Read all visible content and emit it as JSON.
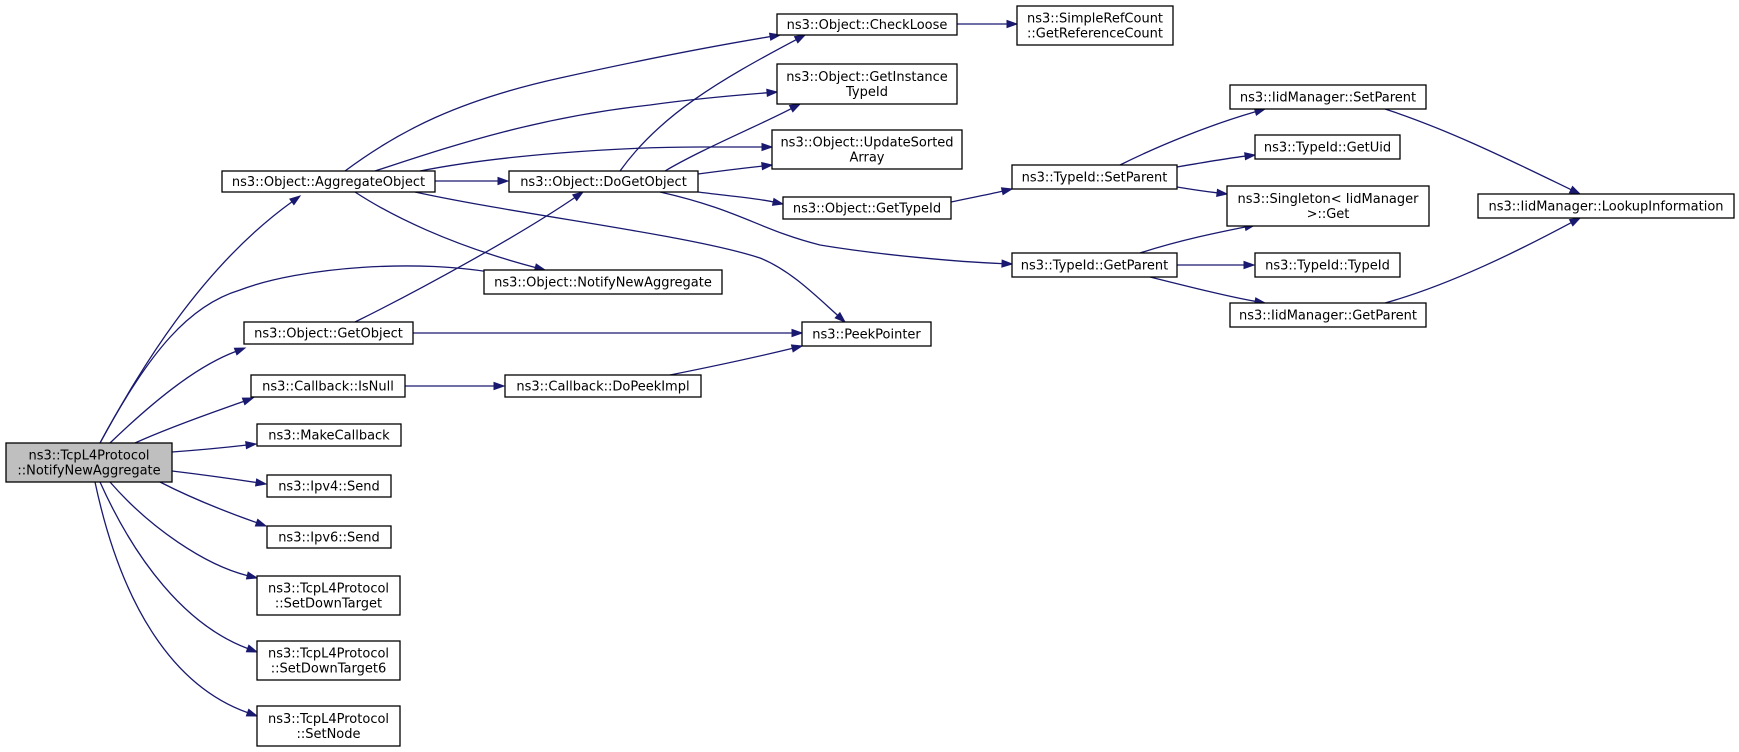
{
  "diagram": {
    "type": "call-graph",
    "colors": {
      "edge": "#191970",
      "node_border": "#000000",
      "node_fill": "#ffffff",
      "root_fill": "#bfbfbf",
      "text": "#000000"
    },
    "nodes": [
      {
        "id": "root",
        "lines": [
          "ns3::TcpL4Protocol",
          "::NotifyNewAggregate"
        ],
        "root": true
      },
      {
        "id": "aggregate_object",
        "lines": [
          "ns3::Object::AggregateObject"
        ]
      },
      {
        "id": "get_object",
        "lines": [
          "ns3::Object::GetObject"
        ]
      },
      {
        "id": "callback_is_null",
        "lines": [
          "ns3::Callback::IsNull"
        ]
      },
      {
        "id": "make_callback",
        "lines": [
          "ns3::MakeCallback"
        ]
      },
      {
        "id": "ipv4_send",
        "lines": [
          "ns3::Ipv4::Send"
        ]
      },
      {
        "id": "ipv6_send",
        "lines": [
          "ns3::Ipv6::Send"
        ]
      },
      {
        "id": "set_down_target",
        "lines": [
          "ns3::TcpL4Protocol",
          "::SetDownTarget"
        ]
      },
      {
        "id": "set_down_target6",
        "lines": [
          "ns3::TcpL4Protocol",
          "::SetDownTarget6"
        ]
      },
      {
        "id": "set_node",
        "lines": [
          "ns3::TcpL4Protocol",
          "::SetNode"
        ]
      },
      {
        "id": "do_get_object",
        "lines": [
          "ns3::Object::DoGetObject"
        ]
      },
      {
        "id": "object_notify_new_aggregate",
        "lines": [
          "ns3::Object::NotifyNewAggregate"
        ]
      },
      {
        "id": "callback_do_peek_impl",
        "lines": [
          "ns3::Callback::DoPeekImpl"
        ]
      },
      {
        "id": "check_loose",
        "lines": [
          "ns3::Object::CheckLoose"
        ]
      },
      {
        "id": "get_instance_type_id",
        "lines": [
          "ns3::Object::GetInstance",
          "TypeId"
        ]
      },
      {
        "id": "update_sorted_array",
        "lines": [
          "ns3::Object::UpdateSorted",
          "Array"
        ]
      },
      {
        "id": "object_get_type_id",
        "lines": [
          "ns3::Object::GetTypeId"
        ]
      },
      {
        "id": "peek_pointer",
        "lines": [
          "ns3::PeekPointer"
        ]
      },
      {
        "id": "get_reference_count",
        "lines": [
          "ns3::SimpleRefCount",
          "::GetReferenceCount"
        ]
      },
      {
        "id": "typeid_set_parent",
        "lines": [
          "ns3::TypeId::SetParent"
        ]
      },
      {
        "id": "typeid_get_parent",
        "lines": [
          "ns3::TypeId::GetParent"
        ]
      },
      {
        "id": "iid_set_parent",
        "lines": [
          "ns3::IidManager::SetParent"
        ]
      },
      {
        "id": "typeid_get_uid",
        "lines": [
          "ns3::TypeId::GetUid"
        ]
      },
      {
        "id": "singleton_get",
        "lines": [
          "ns3::Singleton< IidManager",
          " >::Get"
        ]
      },
      {
        "id": "typeid_typeid",
        "lines": [
          "ns3::TypeId::TypeId"
        ]
      },
      {
        "id": "iid_get_parent",
        "lines": [
          "ns3::IidManager::GetParent"
        ]
      },
      {
        "id": "lookup_information",
        "lines": [
          "ns3::IidManager::LookupInformation"
        ]
      }
    ],
    "edges": [
      {
        "from": "root",
        "to": "aggregate_object"
      },
      {
        "from": "root",
        "to": "object_notify_new_aggregate"
      },
      {
        "from": "root",
        "to": "get_object"
      },
      {
        "from": "root",
        "to": "callback_is_null"
      },
      {
        "from": "root",
        "to": "make_callback"
      },
      {
        "from": "root",
        "to": "ipv4_send"
      },
      {
        "from": "root",
        "to": "ipv6_send"
      },
      {
        "from": "root",
        "to": "set_down_target"
      },
      {
        "from": "root",
        "to": "set_down_target6"
      },
      {
        "from": "root",
        "to": "set_node"
      },
      {
        "from": "aggregate_object",
        "to": "check_loose"
      },
      {
        "from": "aggregate_object",
        "to": "get_instance_type_id"
      },
      {
        "from": "aggregate_object",
        "to": "update_sorted_array"
      },
      {
        "from": "aggregate_object",
        "to": "do_get_object"
      },
      {
        "from": "aggregate_object",
        "to": "object_notify_new_aggregate"
      },
      {
        "from": "aggregate_object",
        "to": "peek_pointer"
      },
      {
        "from": "get_object",
        "to": "do_get_object"
      },
      {
        "from": "get_object",
        "to": "peek_pointer"
      },
      {
        "from": "callback_is_null",
        "to": "callback_do_peek_impl"
      },
      {
        "from": "callback_do_peek_impl",
        "to": "peek_pointer"
      },
      {
        "from": "do_get_object",
        "to": "check_loose"
      },
      {
        "from": "do_get_object",
        "to": "get_instance_type_id"
      },
      {
        "from": "do_get_object",
        "to": "update_sorted_array"
      },
      {
        "from": "do_get_object",
        "to": "object_get_type_id"
      },
      {
        "from": "do_get_object",
        "to": "typeid_get_parent"
      },
      {
        "from": "check_loose",
        "to": "get_reference_count"
      },
      {
        "from": "object_get_type_id",
        "to": "typeid_set_parent"
      },
      {
        "from": "typeid_set_parent",
        "to": "iid_set_parent"
      },
      {
        "from": "typeid_set_parent",
        "to": "typeid_get_uid"
      },
      {
        "from": "typeid_set_parent",
        "to": "singleton_get"
      },
      {
        "from": "typeid_get_parent",
        "to": "singleton_get"
      },
      {
        "from": "typeid_get_parent",
        "to": "typeid_typeid"
      },
      {
        "from": "typeid_get_parent",
        "to": "iid_get_parent"
      },
      {
        "from": "iid_set_parent",
        "to": "lookup_information"
      },
      {
        "from": "iid_get_parent",
        "to": "lookup_information"
      }
    ]
  }
}
